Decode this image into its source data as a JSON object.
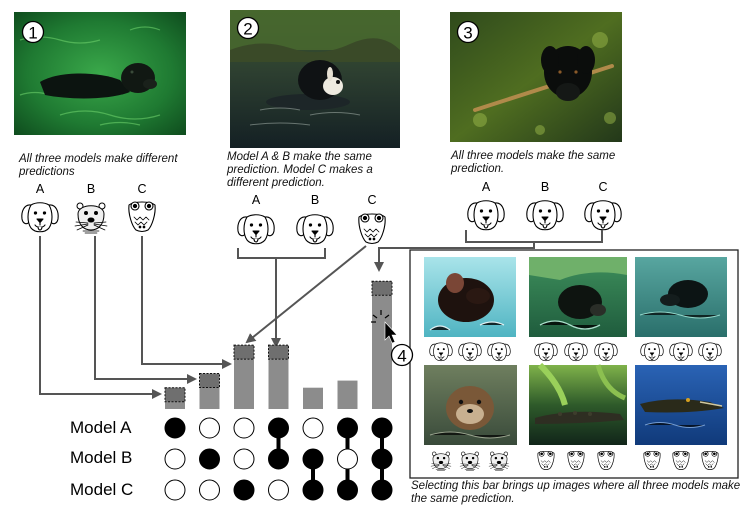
{
  "panels": [
    {
      "number": "1",
      "caption": "All three models make different predictions",
      "model_letters": [
        "A",
        "B",
        "C"
      ],
      "predictions": [
        "dog",
        "otter",
        "crocodile"
      ]
    },
    {
      "number": "2",
      "caption": "Model A & B make the same prediction. Model C makes a different prediction.",
      "model_letters": [
        "A",
        "B",
        "C"
      ],
      "predictions": [
        "dog",
        "dog",
        "crocodile"
      ]
    },
    {
      "number": "3",
      "caption": "All three models make the same prediction.",
      "model_letters": [
        "A",
        "B",
        "C"
      ],
      "predictions": [
        "dog",
        "dog",
        "dog"
      ]
    }
  ],
  "chart_data": {
    "type": "bar",
    "categories": [
      "A",
      "B",
      "C",
      "A∩B",
      "B∩C",
      "A∩C",
      "A∩B∩C"
    ],
    "values": [
      3,
      5,
      9,
      9,
      3,
      4,
      18
    ],
    "highlighted_top": [
      1,
      1,
      1,
      1,
      0,
      0,
      1
    ],
    "bar_color": "#8c8c8c",
    "row_labels": [
      "Model A",
      "Model B",
      "Model C"
    ],
    "membership": [
      [
        1,
        0,
        0
      ],
      [
        0,
        1,
        0
      ],
      [
        0,
        0,
        1
      ],
      [
        1,
        1,
        0
      ],
      [
        0,
        1,
        1
      ],
      [
        1,
        0,
        1
      ],
      [
        1,
        1,
        1
      ]
    ]
  },
  "results_panel": {
    "number": "4",
    "caption": "Selecting this bar brings up images where all three models make the same prediction.",
    "images": [
      {
        "subject": "dog",
        "predictions": [
          "dog",
          "dog",
          "dog"
        ]
      },
      {
        "subject": "dog",
        "predictions": [
          "dog",
          "dog",
          "dog"
        ]
      },
      {
        "subject": "dog",
        "predictions": [
          "dog",
          "dog",
          "dog"
        ]
      },
      {
        "subject": "otter",
        "predictions": [
          "otter",
          "otter",
          "otter"
        ]
      },
      {
        "subject": "crocodile",
        "predictions": [
          "crocodile",
          "crocodile",
          "crocodile"
        ]
      },
      {
        "subject": "crocodile",
        "predictions": [
          "crocodile",
          "crocodile",
          "crocodile"
        ]
      }
    ]
  },
  "icons": {
    "dog": "dog-face-icon",
    "otter": "otter-face-icon",
    "crocodile": "crocodile-face-icon",
    "pointer": "mouse-pointer-icon"
  }
}
